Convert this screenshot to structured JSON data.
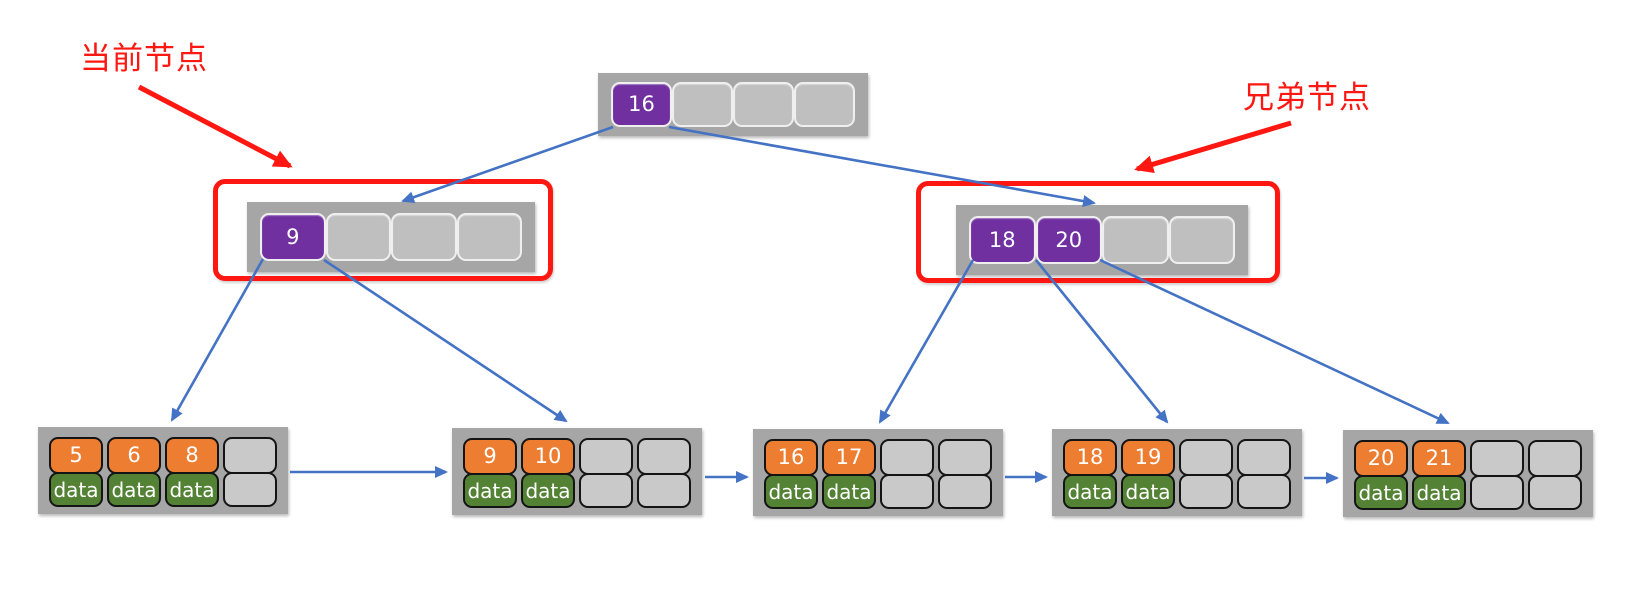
{
  "diagram": {
    "type": "b-plus-tree",
    "annotations": {
      "current_node_label": "当前节点",
      "sibling_node_label": "兄弟节点"
    },
    "root": {
      "keys": [
        "16",
        "",
        "",
        ""
      ]
    },
    "internal_nodes": [
      {
        "id": "current-node",
        "keys": [
          "9",
          "",
          "",
          ""
        ]
      },
      {
        "id": "sibling-node",
        "keys": [
          "18",
          "20",
          "",
          ""
        ]
      }
    ],
    "leaf_nodes": [
      {
        "columns": [
          {
            "key": "5",
            "value": "data"
          },
          {
            "key": "6",
            "value": "data"
          },
          {
            "key": "8",
            "value": "data"
          },
          {
            "key": "",
            "value": ""
          }
        ]
      },
      {
        "columns": [
          {
            "key": "9",
            "value": "data"
          },
          {
            "key": "10",
            "value": "data"
          },
          {
            "key": "",
            "value": ""
          },
          {
            "key": "",
            "value": ""
          }
        ]
      },
      {
        "columns": [
          {
            "key": "16",
            "value": "data"
          },
          {
            "key": "17",
            "value": "data"
          },
          {
            "key": "",
            "value": ""
          },
          {
            "key": "",
            "value": ""
          }
        ]
      },
      {
        "columns": [
          {
            "key": "18",
            "value": "data"
          },
          {
            "key": "19",
            "value": "data"
          },
          {
            "key": "",
            "value": ""
          },
          {
            "key": "",
            "value": ""
          }
        ]
      },
      {
        "columns": [
          {
            "key": "20",
            "value": "data"
          },
          {
            "key": "21",
            "value": "data"
          },
          {
            "key": "",
            "value": ""
          },
          {
            "key": "",
            "value": ""
          }
        ]
      }
    ],
    "colors": {
      "key_cell": "#7030a0",
      "leaf_key_cell": "#ed7d31",
      "leaf_data_cell": "#548235",
      "empty_cell": "#bfbfbf",
      "node_frame": "#a6a6a6",
      "edge_blue": "#4472c4",
      "highlight_red": "#ff1712"
    }
  }
}
